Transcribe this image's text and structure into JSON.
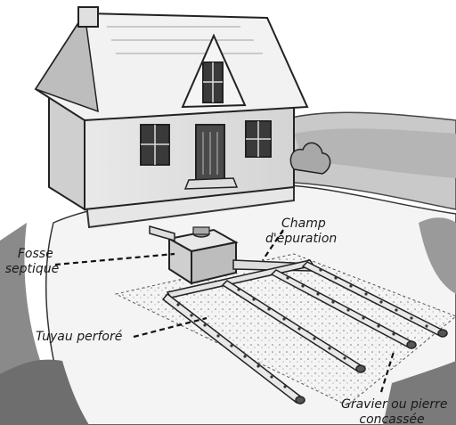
{
  "labels": {
    "septic_tank": [
      "Fosse",
      "septique"
    ],
    "leach_field": [
      "Champ",
      "d'épuration"
    ],
    "perforated_pipe": "Tuyau perforé",
    "gravel": [
      "Gravier ou pierre",
      "concassée"
    ]
  }
}
